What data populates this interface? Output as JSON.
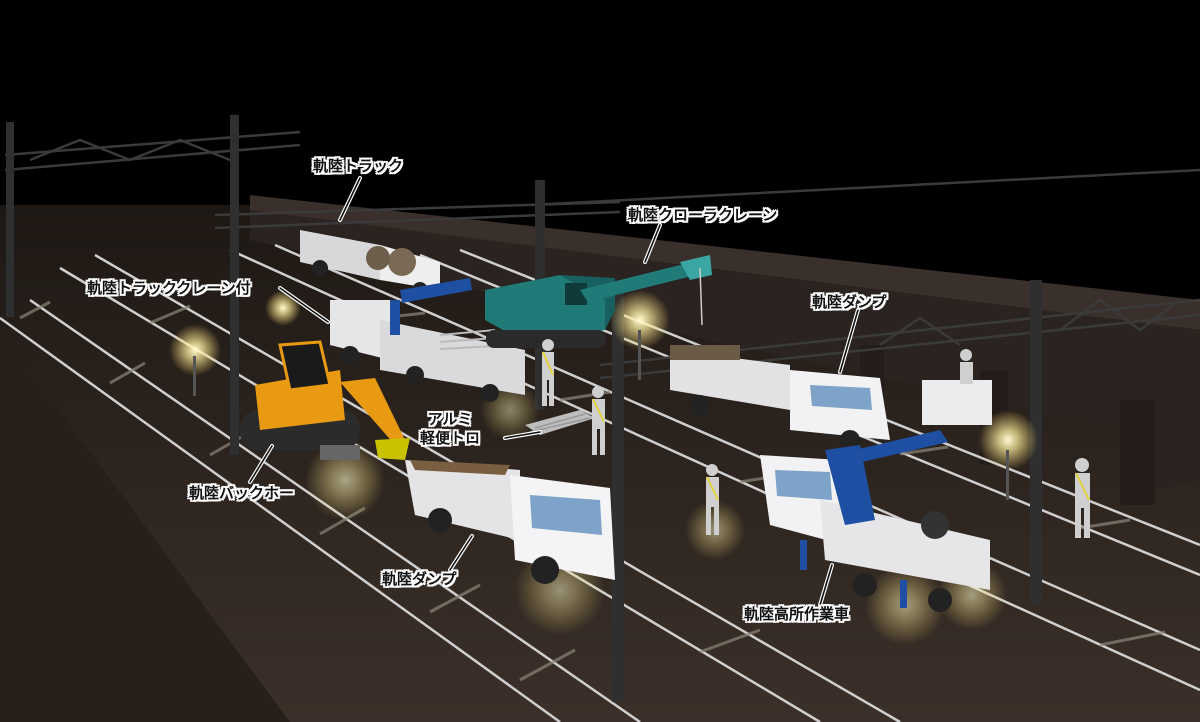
{
  "labels": {
    "kidou_track": "軌陸トラック",
    "crawler_crane": "軌陸クローラクレーン",
    "track_crane": "軌陸トラッククレーン付",
    "dump_right": "軌陸ダンプ",
    "alumi_line1": "アルミ",
    "alumi_line2": "軽便トロ",
    "backhoe": "軌陸バックホー",
    "dump_bottom": "軌陸ダンプ",
    "aerial_work": "軌陸高所作業車"
  },
  "colors": {
    "background": "#000000",
    "ballast": "#3a2f28",
    "rail": "#c9c9c9",
    "sleeper": "#8a8478",
    "wall": "#2a2220",
    "pole": "#2c2c2c",
    "truck_body": "#e8e8ea",
    "crane_blue": "#1f4fa3",
    "crawler_teal": "#1f7a78",
    "backhoe_orange": "#e89a12",
    "light_glow": "#fff3a0"
  }
}
